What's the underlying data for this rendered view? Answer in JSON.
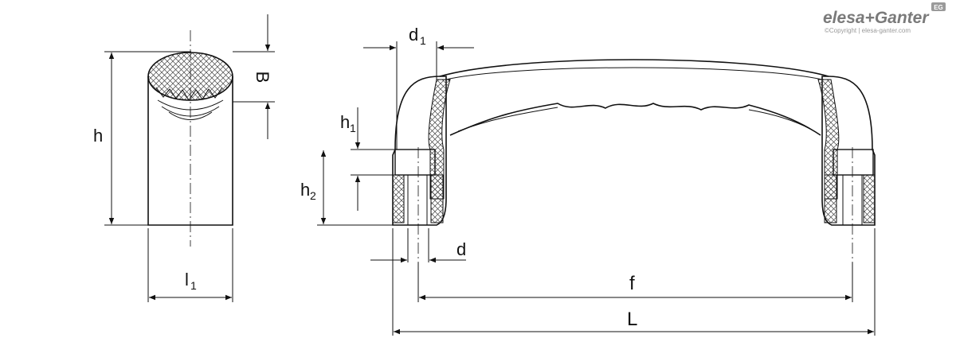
{
  "labels": {
    "h": "h",
    "B": "B",
    "l1": "l",
    "l1_sub": "1",
    "d1": "d",
    "d1_sub": "1",
    "h1": "h",
    "h1_sub": "1",
    "h2": "h",
    "h2_sub": "2",
    "d": "d",
    "f": "f",
    "L": "L"
  },
  "brand": {
    "logo_text": "elesa+Ganter",
    "badge": "EG",
    "copyright": "©Copyright | elesa-ganter.com"
  }
}
